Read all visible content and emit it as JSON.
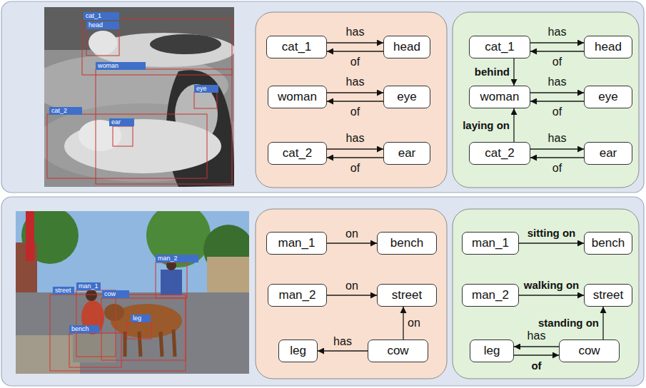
{
  "diagram": {
    "nodes": [
      {
        "text": [
          "cat_1"
        ]
      },
      {
        "text": [
          "head"
        ]
      },
      {
        "text": [
          "woman"
        ]
      },
      {
        "text": [
          "eye"
        ]
      },
      {
        "text": [
          "cat_2"
        ]
      },
      {
        "text": [
          "ear"
        ]
      },
      {
        "text": [
          "cat_1"
        ]
      },
      {
        "text": [
          "head"
        ]
      },
      {
        "text": [
          "woman"
        ]
      },
      {
        "text": [
          "eye"
        ]
      },
      {
        "text": [
          "cat_2"
        ]
      },
      {
        "text": [
          "ear"
        ]
      },
      {
        "text": [
          "man_1"
        ]
      },
      {
        "text": [
          "bench"
        ]
      },
      {
        "text": [
          "man_2"
        ]
      },
      {
        "text": [
          "street"
        ]
      },
      {
        "text": [
          "leg"
        ]
      },
      {
        "text": [
          "cow"
        ]
      },
      {
        "text": [
          "man_1"
        ]
      },
      {
        "text": [
          "bench"
        ]
      },
      {
        "text": [
          "man_2"
        ]
      },
      {
        "text": [
          "street"
        ]
      },
      {
        "text": [
          "leg"
        ]
      },
      {
        "text": [
          "cow"
        ]
      }
    ],
    "edges": [
      {
        "from": 0,
        "to": 1,
        "label": "has",
        "arrow": "to"
      },
      {
        "from": 1,
        "to": 0,
        "label": "of",
        "arrow": "to"
      },
      {
        "from": 2,
        "to": 3,
        "label": "has",
        "arrow": "to"
      },
      {
        "from": 3,
        "to": 2,
        "label": "of",
        "arrow": "to"
      },
      {
        "from": 4,
        "to": 5,
        "label": "has",
        "arrow": "to"
      },
      {
        "from": 5,
        "to": 4,
        "label": "of",
        "arrow": "to"
      },
      {
        "from": 6,
        "to": 7,
        "label": "has",
        "arrow": "to"
      },
      {
        "from": 7,
        "to": 6,
        "label": "of",
        "arrow": "to"
      },
      {
        "from": 6,
        "to": 8,
        "label": "behind",
        "arrow": "to"
      },
      {
        "from": 8,
        "to": 9,
        "label": "has",
        "arrow": "to"
      },
      {
        "from": 9,
        "to": 8,
        "label": "of",
        "arrow": "to"
      },
      {
        "from": 10,
        "to": 8,
        "label": "laying on",
        "arrow": "to"
      },
      {
        "from": 10,
        "to": 11,
        "label": "has",
        "arrow": "to"
      },
      {
        "from": 11,
        "to": 10,
        "label": "of",
        "arrow": "to"
      },
      {
        "from": 12,
        "to": 13,
        "label": "on",
        "arrow": "to"
      },
      {
        "from": 14,
        "to": 15,
        "label": "on",
        "arrow": "to"
      },
      {
        "from": 17,
        "to": 15,
        "label": "on",
        "arrow": "to"
      },
      {
        "from": 17,
        "to": 16,
        "label": "has",
        "arrow": "to"
      },
      {
        "from": 18,
        "to": 19,
        "label": "sitting on",
        "arrow": "to"
      },
      {
        "from": 20,
        "to": 21,
        "label": "walking on",
        "arrow": "to"
      },
      {
        "from": 23,
        "to": 21,
        "label": "standing on",
        "arrow": "to"
      },
      {
        "from": 23,
        "to": 22,
        "label": "has",
        "arrow": "to"
      },
      {
        "from": 22,
        "to": 23,
        "label": "of",
        "arrow": "to"
      }
    ],
    "labels": [
      "cat_1",
      "head",
      "woman",
      "eye",
      "cat_2",
      "ear",
      "man_2",
      "street",
      "man_1",
      "cow",
      "leg",
      "bench"
    ]
  }
}
